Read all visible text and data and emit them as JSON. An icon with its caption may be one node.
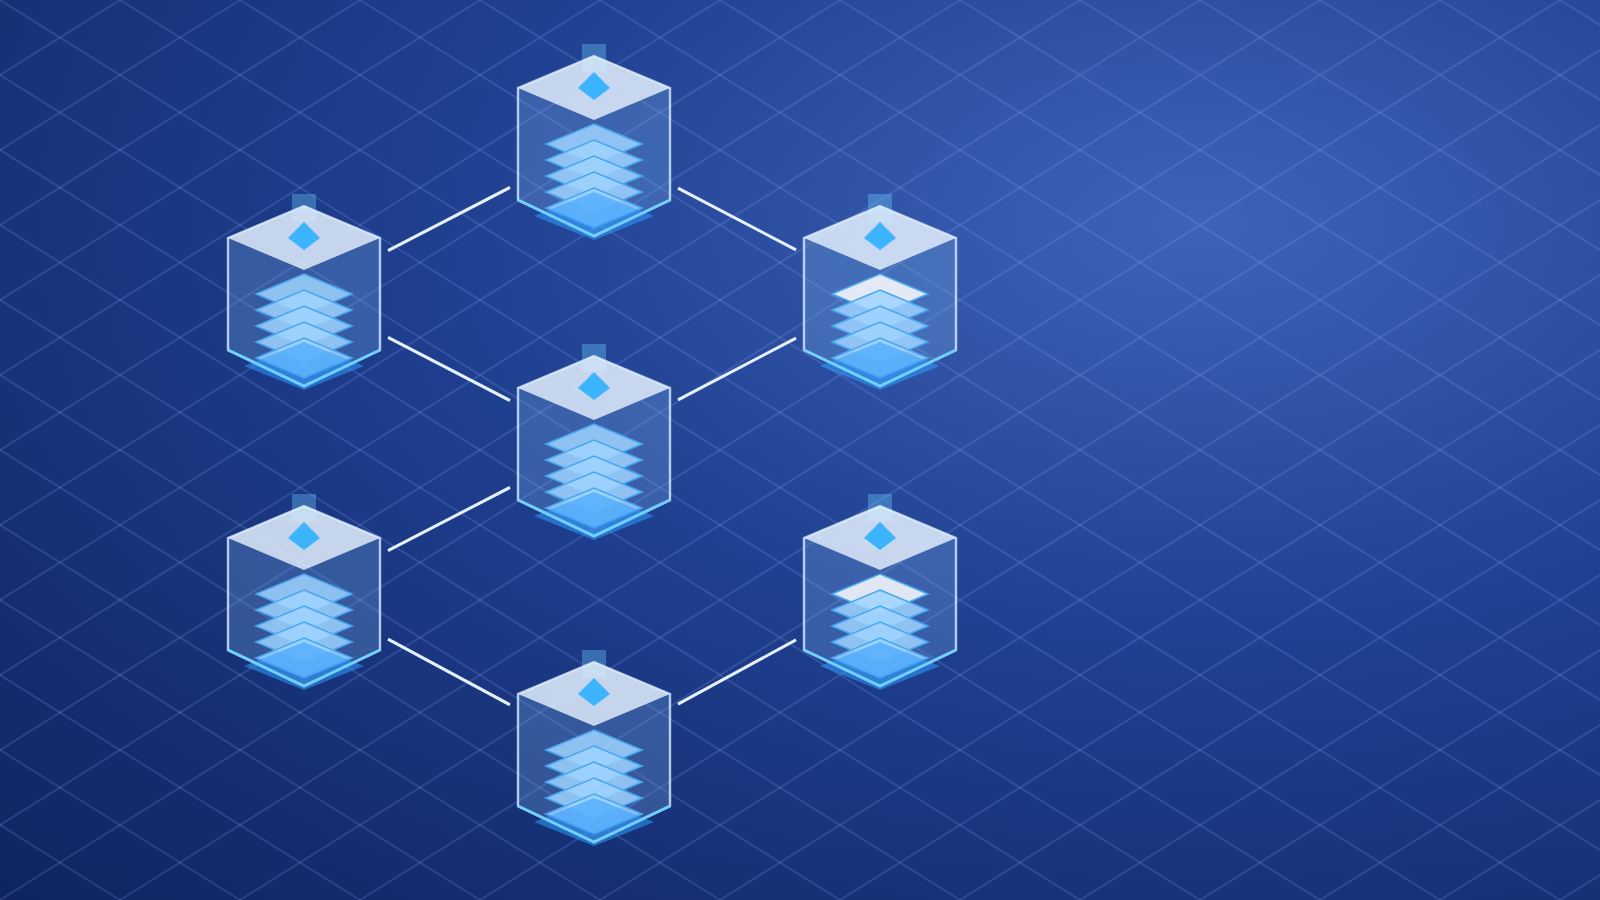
{
  "diagram": {
    "nodes": [
      {
        "text": [],
        "shape": "picture"
      },
      {
        "text": [],
        "shape": "picture"
      },
      {
        "text": [],
        "shape": "picture"
      },
      {
        "text": [],
        "shape": "picture"
      },
      {
        "text": [],
        "shape": "picture"
      },
      {
        "text": [],
        "shape": "picture"
      },
      {
        "text": [],
        "shape": "picture"
      }
    ],
    "edges": [
      {
        "from": 1,
        "to": 0,
        "arrow": "none"
      },
      {
        "from": 0,
        "to": 2,
        "arrow": "none"
      },
      {
        "from": 1,
        "to": 3,
        "arrow": "none"
      },
      {
        "from": 3,
        "to": 2,
        "arrow": "none"
      },
      {
        "from": 4,
        "to": 3,
        "arrow": "none"
      },
      {
        "from": 4,
        "to": 6,
        "arrow": "none"
      },
      {
        "from": 6,
        "to": 5,
        "arrow": "none"
      }
    ]
  }
}
